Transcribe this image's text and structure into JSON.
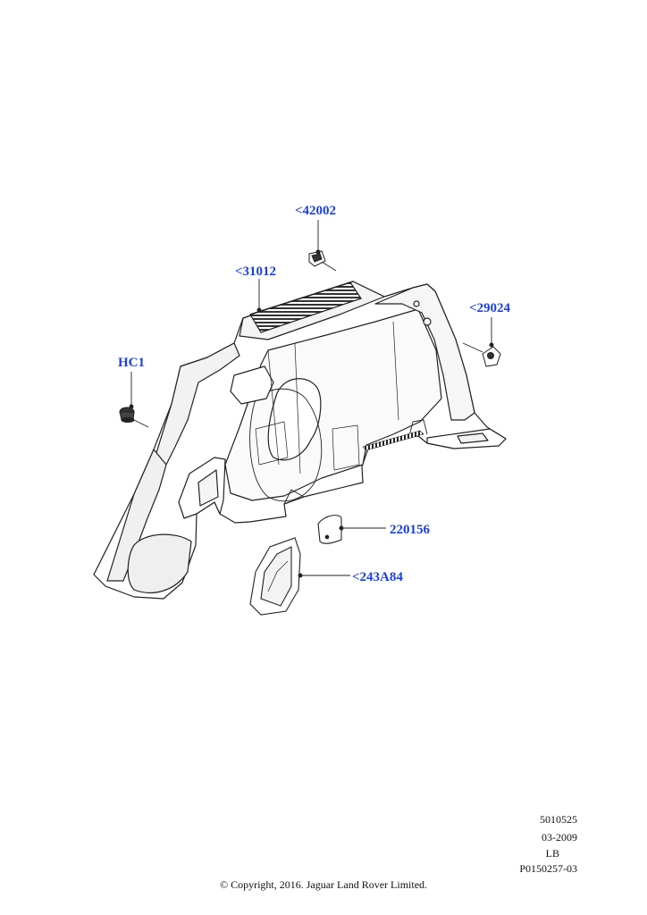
{
  "callouts": {
    "part_42002": "<42002",
    "part_31012": "<31012",
    "part_29024": "<29024",
    "part_hc1": "HC1",
    "part_220156": "220156",
    "part_243a84": "<243A84"
  },
  "meta": {
    "illustration_number": "5010525",
    "date": "03-2009",
    "region_code": "LB",
    "part_code": "P0150257-03"
  },
  "footer": {
    "copyright": "© Copyright, 2016. Jaguar Land Rover Limited."
  },
  "colors": {
    "callout_text": "#1a3ee0",
    "line_art": "#222222",
    "background": "#ffffff"
  }
}
